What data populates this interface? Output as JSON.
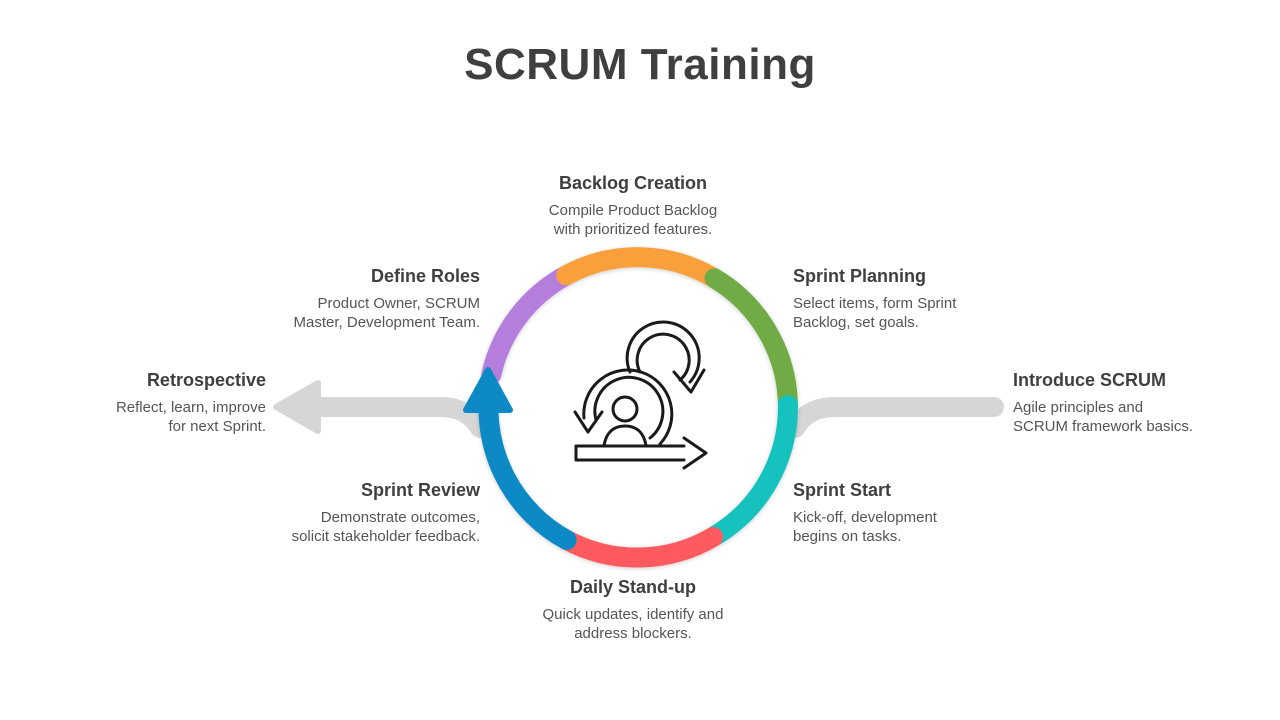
{
  "title": "SCRUM Training",
  "colors": {
    "orange": "#F9A03C",
    "green": "#6FAB45",
    "teal": "#12C2BE",
    "red": "#FF5A5F",
    "blue": "#0D8AC6",
    "purple": "#B57EDC",
    "track": "#D6D6D6",
    "text": "#3F3F3F"
  },
  "center_icon": "scrum-cycle-person-icon",
  "steps": [
    {
      "id": "introduce",
      "heading": "Introduce SCRUM",
      "description": "Agile principles and\nSCRUM framework basics."
    },
    {
      "id": "sprint-start",
      "heading": "Sprint Start",
      "description": "Kick-off, development\nbegins on tasks."
    },
    {
      "id": "daily-standup",
      "heading": "Daily Stand-up",
      "description": "Quick updates, identify and\naddress blockers."
    },
    {
      "id": "sprint-review",
      "heading": "Sprint Review",
      "description": "Demonstrate outcomes,\nsolicit stakeholder feedback."
    },
    {
      "id": "define-roles",
      "heading": "Define Roles",
      "description": "Product Owner, SCRUM\nMaster, Development Team."
    },
    {
      "id": "backlog-creation",
      "heading": "Backlog Creation",
      "description": "Compile Product Backlog\nwith prioritized features."
    },
    {
      "id": "sprint-planning",
      "heading": "Sprint Planning",
      "description": "Select items, form Sprint\nBacklog, set goals."
    },
    {
      "id": "retrospective",
      "heading": "Retrospective",
      "description": "Reflect, learn, improve\nfor next Sprint."
    }
  ]
}
